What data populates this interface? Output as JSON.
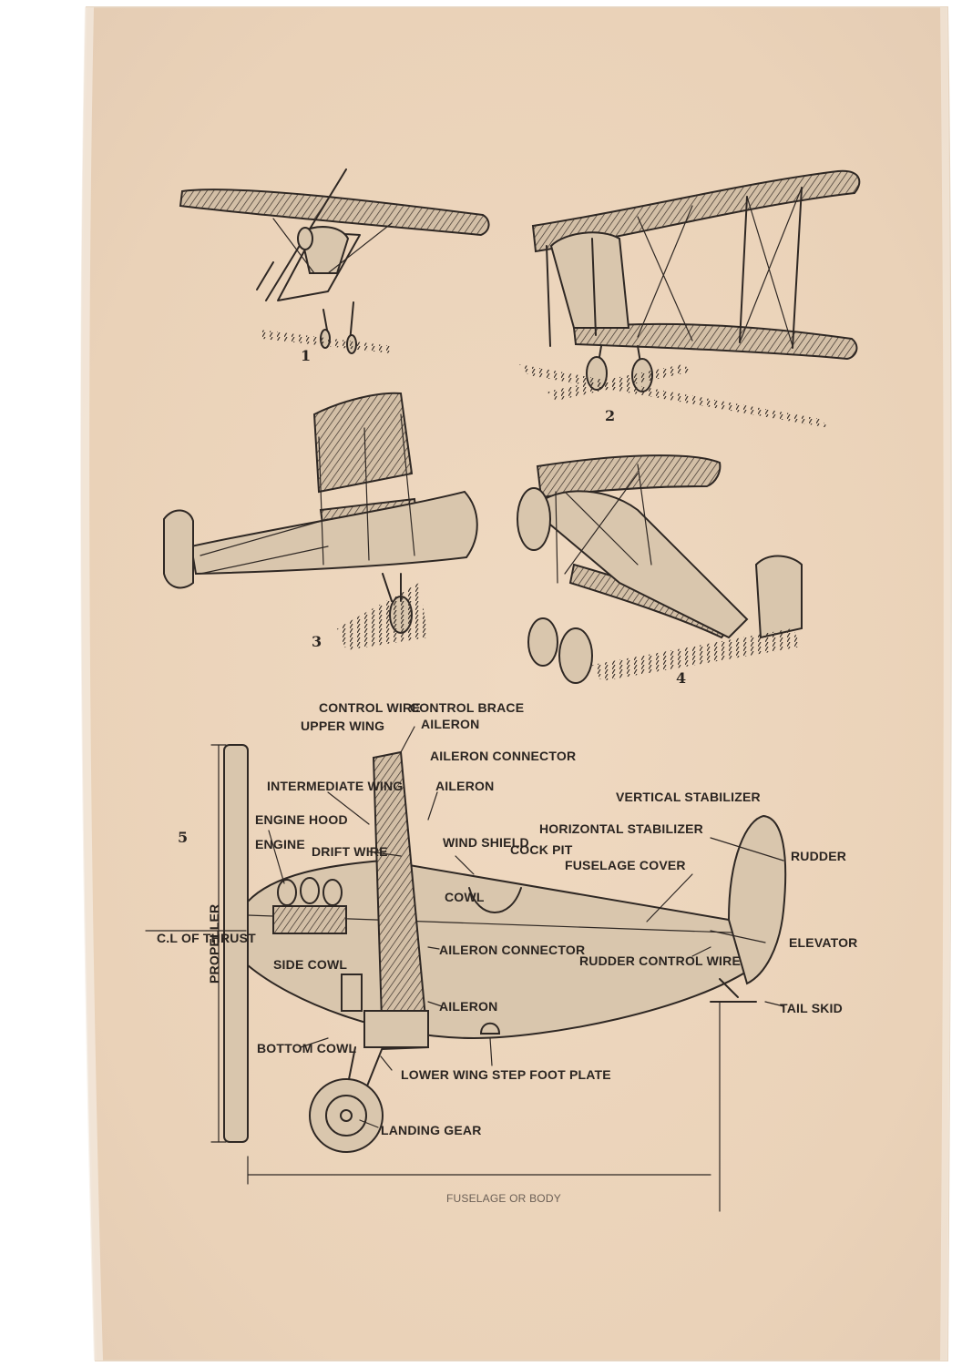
{
  "figure_numbers": {
    "fig1": "1",
    "fig2": "2",
    "fig3": "3",
    "fig4": "4",
    "fig5": "5"
  },
  "labels": {
    "control_wire": "CONTROL WIRE",
    "control_brace": "CONTROL BRACE",
    "upper_wing": "UPPER WING",
    "aileron_top": "AILERON",
    "aileron_connector_top": "AILERON CONNECTOR",
    "aileron_mid": "AILERON",
    "intermediate_wing": "INTERMEDIATE WING",
    "engine_hood": "ENGINE HOOD",
    "engine": "ENGINE",
    "drift_wire": "DRIFT WIRE",
    "wind_shield": "WIND SHIELD",
    "cock_pit": "COCK PIT",
    "cowl": "COWL",
    "fuselage_cover": "FUSELAGE COVER",
    "horizontal_stabilizer": "HORIZONTAL STABILIZER",
    "vertical_stabilizer": "VERTICAL STABILIZER",
    "rudder": "RUDDER",
    "elevator": "ELEVATOR",
    "cl_of_thrust": "C.L OF THRUST",
    "propeller": "PROPELLER",
    "side_cowl": "SIDE COWL",
    "aileron_connector_bottom": "AILERON CONNECTOR",
    "rudder_control_wire": "RUDDER CONTROL WIRE",
    "aileron_bottom": "AILERON",
    "tail_skid": "TAIL SKID",
    "bottom_cowl": "BOTTOM COWL",
    "lower_wing": "LOWER WING",
    "step_foot_plate": "STEP FOOT PLATE",
    "landing_gear": "LANDING GEAR",
    "fuselage_or_body": "FUSELAGE OR BODY"
  },
  "colors": {
    "fabric": "#eedccb",
    "ink": "#2f2824",
    "edge": "#f4ebe0"
  }
}
